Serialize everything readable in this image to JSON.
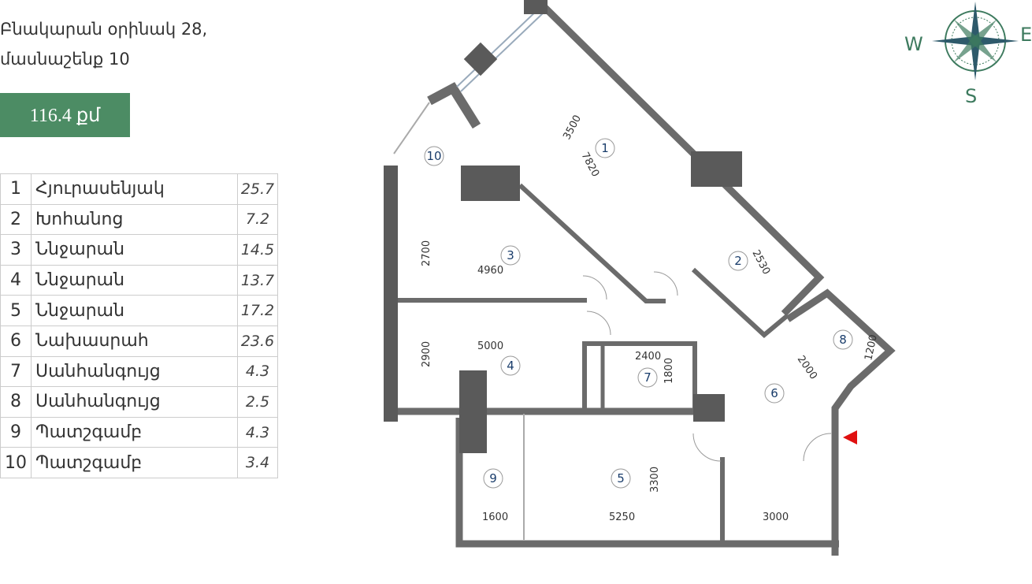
{
  "header": {
    "line1": "Բնակարան օրինակ 28,",
    "line2": "մասնաշենք 10",
    "area": "116.4 քմ"
  },
  "rooms": [
    {
      "num": "1",
      "name": "Հյուրասենյակ",
      "area": "25.7"
    },
    {
      "num": "2",
      "name": "Խոհանոց",
      "area": "7.2"
    },
    {
      "num": "3",
      "name": "Ննջարան",
      "area": "14.5"
    },
    {
      "num": "4",
      "name": "Ննջարան",
      "area": "13.7"
    },
    {
      "num": "5",
      "name": "Ննջարան",
      "area": "17.2"
    },
    {
      "num": "6",
      "name": "Նախասրահ",
      "area": "23.6"
    },
    {
      "num": "7",
      "name": "Սանհանգույց",
      "area": "4.3"
    },
    {
      "num": "8",
      "name": "Սանհանգույց",
      "area": "2.5"
    },
    {
      "num": "9",
      "name": "Պատշգամբ",
      "area": "4.3"
    },
    {
      "num": "10",
      "name": "Պատշգամբ",
      "area": "3.4"
    }
  ],
  "dimensions": {
    "d3500": "3500",
    "d7820": "7820",
    "d2530": "2530",
    "d2000": "2000",
    "d1200": "1200",
    "d2700": "2700",
    "d4960": "4960",
    "d2900": "2900",
    "d5000": "5000",
    "d2400": "2400",
    "d1800": "1800",
    "d3300": "3300",
    "d1600": "1600",
    "d5250": "5250",
    "d3000": "3000"
  },
  "compass": {
    "w": "W",
    "e": "E",
    "s": "S"
  },
  "colors": {
    "accent": "#4c8c64",
    "wall": "#6b6b6b",
    "compass": "#3d7a5e",
    "entrance": "#e01010"
  }
}
